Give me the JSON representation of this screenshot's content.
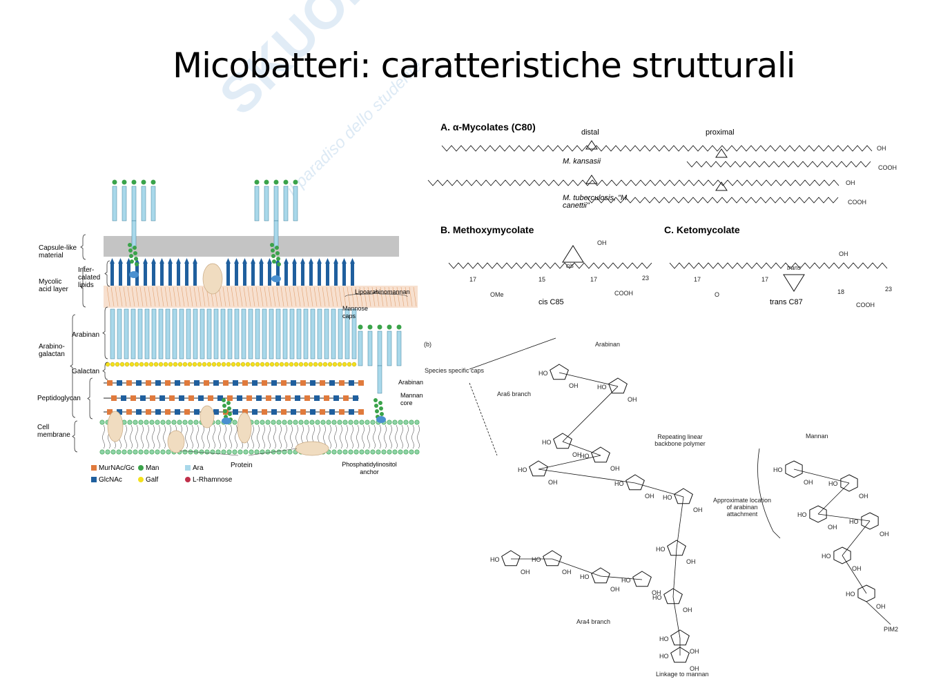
{
  "title": "Micobatteri: caratteristiche strutturali",
  "watermark": {
    "brand": "skuola.net",
    "tagline": "il paradiso dello studente"
  },
  "cell_wall": {
    "left_labels": [
      "Capsule-like material",
      "Mycolic acid layer",
      "Arabino-galactan",
      "Peptidoglycan",
      "Cell membrane"
    ],
    "sub_labels": [
      "Inter-calated lipids",
      "Arabinan",
      "Galactan"
    ],
    "right_labels": {
      "lam": "Lipoarabinomannan",
      "mannose_caps": "Mannose caps",
      "arabinan": "Arabinan",
      "mannan_core": "Mannan core",
      "pi_anchor": "Phosphatidylinositol anchor",
      "protein": "Protein"
    },
    "legend": [
      {
        "label": "MurNAc/Gc",
        "color": "#e07a3c",
        "shape": "square"
      },
      {
        "label": "Man",
        "color": "#3aa34a",
        "shape": "circle"
      },
      {
        "label": "Ara",
        "color": "#a9d8ea",
        "shape": "square"
      },
      {
        "label": "GlcNAc",
        "color": "#1f5f9e",
        "shape": "square"
      },
      {
        "label": "Galf",
        "color": "#f4e11c",
        "shape": "circle"
      },
      {
        "label": "L-Rhamnose",
        "color": "#c0304a",
        "shape": "hexagon"
      }
    ]
  },
  "chem_a": {
    "heading": "A. α-Mycolates (C80)",
    "distal": "distal",
    "proximal": "proximal",
    "species1": "M. kansasii",
    "species2": "M. tuberculosis, \"M. canettii\"",
    "oh": "OH",
    "cooh": "COOH"
  },
  "chem_b": {
    "heading": "B. Methoxymycolate",
    "n": [
      "17",
      "15",
      "17",
      "23"
    ],
    "cis": "cis",
    "ome": "OMe",
    "oh": "OH",
    "cooh": "COOH",
    "name": "cis C85"
  },
  "chem_c": {
    "heading": "C. Ketomycolate",
    "n": [
      "17",
      "17",
      "18",
      "23"
    ],
    "trans": "trans",
    "o": "O",
    "oh": "OH",
    "cooh": "COOH",
    "name": "trans C87"
  },
  "lam_structure": {
    "panel": "(b)",
    "arabinan": "Arabinan",
    "caps": "Species specific caps",
    "ara6": "Ara6 branch",
    "backbone": "Repeating linear backbone polymer",
    "mannan": "Mannan",
    "attachment": "Approximate location of arabinan attachment",
    "ara4": "Ara4 branch",
    "linkage": "Linkage to mannan",
    "pim": "PIM2",
    "ho": "HO",
    "oh": "OH"
  }
}
